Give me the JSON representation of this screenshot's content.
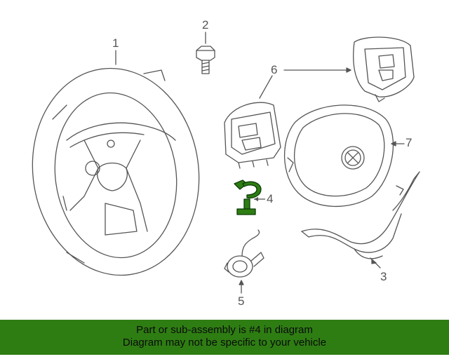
{
  "diagram": {
    "callouts": [
      {
        "id": "1",
        "text": "1"
      },
      {
        "id": "2",
        "text": "2"
      },
      {
        "id": "3",
        "text": "3"
      },
      {
        "id": "4",
        "text": "4"
      },
      {
        "id": "5",
        "text": "5"
      },
      {
        "id": "6",
        "text": "6"
      },
      {
        "id": "7",
        "text": "7"
      }
    ],
    "highlight_color": "#2e7d13",
    "line_color": "#555555"
  },
  "footer": {
    "line1": "Part or sub-assembly is #4 in diagram",
    "line2": "Diagram may not be specific to your vehicle",
    "background": "#2e7d13"
  }
}
